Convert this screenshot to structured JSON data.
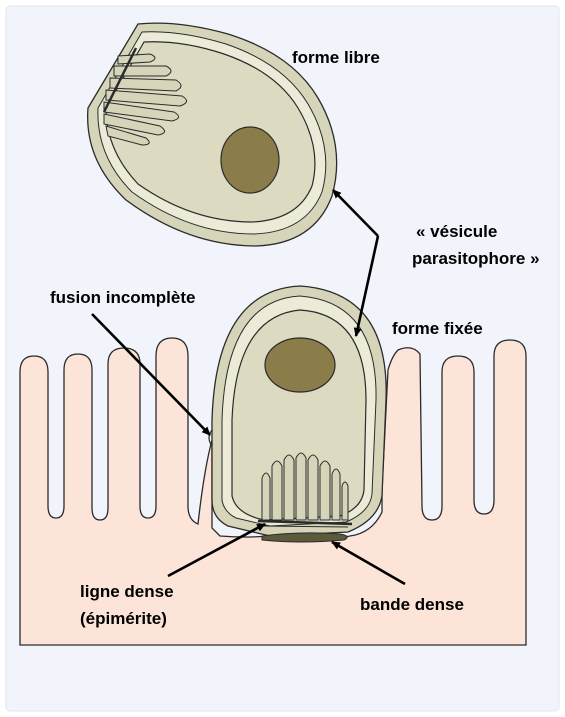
{
  "labels": {
    "forme_libre": "forme libre",
    "vesicule_line1": "« vésicule",
    "vesicule_line2": "parasitophore »",
    "fusion": "fusion incomplète",
    "forme_fixee": "forme fixée",
    "ligne_dense_line1": "ligne dense",
    "ligne_dense_line2": "(épimérite)",
    "bande_dense": "bande dense"
  },
  "colors": {
    "background_panel": "#f1f4fb",
    "tissue": "#fce5d8",
    "cell_outer": "#d7d5b9",
    "cell_vesicle": "#ecebd8",
    "cell_inner": "#dcdac1",
    "nucleus": "#8b7d4a",
    "dense_band": "#5b5a3a",
    "outline": "#2b2b2b"
  }
}
